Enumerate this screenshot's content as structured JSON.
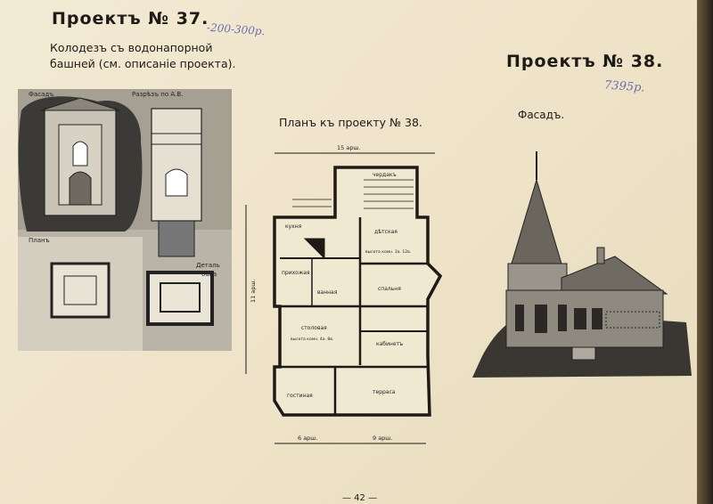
{
  "project37": {
    "title": "Проектъ № 37.",
    "pencil_note": "-200-300р.",
    "subtitle_line1": "Колодезъ съ водонапорной",
    "subtitle_line2": "башней (см. описаніе проекта).",
    "labels": {
      "facade": "Фасадъ",
      "section": "Разрѣзъ по А.В.",
      "plan": "Планъ",
      "tank_detail_1": "Деталь",
      "tank_detail_2": "бака"
    }
  },
  "plan38": {
    "title": "Планъ къ проекту № 38.",
    "rooms": {
      "kitchen": "кухня",
      "stairs": "чердакъ",
      "nursery": "дѣтская",
      "nursery_note": "высота комн. 3а. 12в.",
      "hall": "прихожая",
      "bath": "ванная",
      "bedroom": "спальня",
      "dining": "столовая",
      "dining_note": "высота комн. 4а. 8в.",
      "study": "кабинетъ",
      "living": "гостиная",
      "terrace": "терраса"
    },
    "dims": {
      "top": "15 арш.",
      "bottom": "9 арш.",
      "bottom_small": "6 арш.",
      "left": "11 арш."
    }
  },
  "project38": {
    "title": "Проектъ № 38.",
    "pencil_note": "7395р.",
    "facade_label": "Фасадъ."
  },
  "page_number": "— 42 —",
  "colors": {
    "paper": "#efe4ca",
    "ink": "#1e1a16",
    "pencil": "#6b6bb0"
  }
}
